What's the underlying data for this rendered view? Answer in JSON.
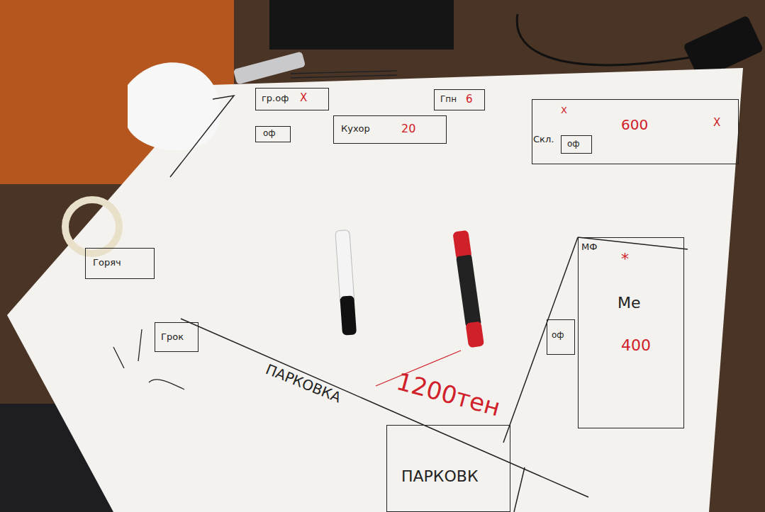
{
  "diagram": {
    "nodes": [
      {
        "text": [
          "гр.оф",
          "Х"
        ]
      },
      {
        "text": [
          "оф"
        ]
      },
      {
        "text": [
          "Кухор",
          "20"
        ]
      },
      {
        "text": [
          "Гпн",
          "6"
        ]
      },
      {
        "text": [
          "Х",
          "600",
          "Х"
        ]
      },
      {
        "text": [
          "оф"
        ],
        "in": 4
      },
      {
        "text": [
          "Горяч"
        ]
      },
      {
        "text": [
          "Грок"
        ]
      },
      {
        "text": [
          "МФ",
          "*",
          "Ме",
          "400"
        ]
      },
      {
        "text": [
          "оф"
        ],
        "in": 8
      },
      {
        "text": [
          "ПАРКОВК"
        ]
      }
    ],
    "labels": [
      "Скл.",
      "ПАРКОВКА",
      "1200тен"
    ]
  }
}
